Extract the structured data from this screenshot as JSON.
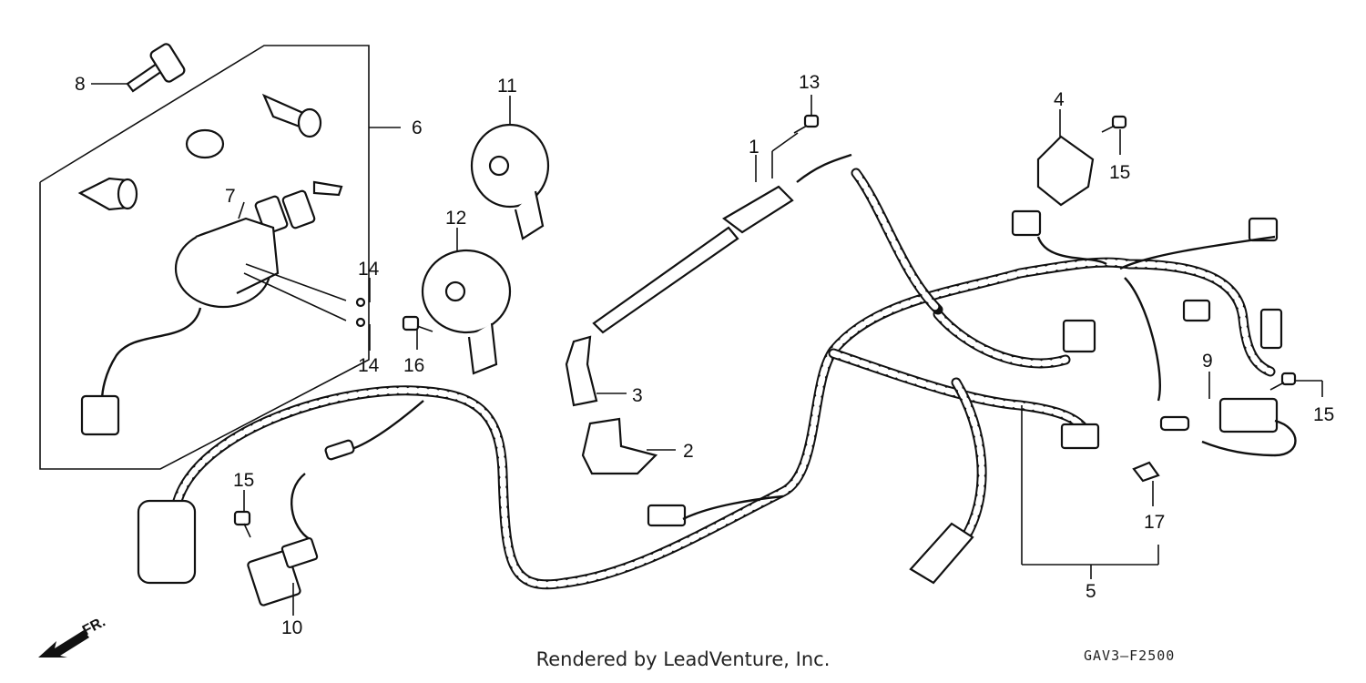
{
  "callouts": [
    "1",
    "2",
    "3",
    "4",
    "5",
    "6",
    "7",
    "8",
    "9",
    "10",
    "11",
    "12",
    "13",
    "14",
    "14",
    "15",
    "15",
    "15",
    "16",
    "17"
  ],
  "footer_text": "Rendered by LeadVenture, Inc.",
  "diagram_code": "GAV3–F2500",
  "front_marker": "FR."
}
